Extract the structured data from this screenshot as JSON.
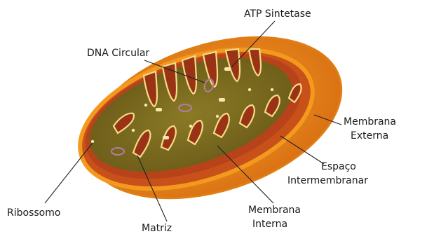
{
  "labels": {
    "atp_synthase": "ATP Sintetase",
    "circular_dna": "DNA Circular",
    "outer_membrane_line1": "Membrana",
    "outer_membrane_line2": "Externa",
    "intermembrane_space_line1": "Espaço",
    "intermembrane_space_line2": "Intermembranar",
    "inner_membrane_line1": "Membrana",
    "inner_membrane_line2": "Interna",
    "matrix": "Matriz",
    "ribosome": "Ribossomo"
  },
  "colors": {
    "outer_membrane": "#f39a1e",
    "outer_membrane_dark": "#d9650e",
    "intermembrane_space": "#c8511a",
    "inner_fold_fill": "#9a3316",
    "matrix": "#7a6a1e",
    "inner_membrane_line": "#f3dc86",
    "dna": "#b07fa0"
  }
}
